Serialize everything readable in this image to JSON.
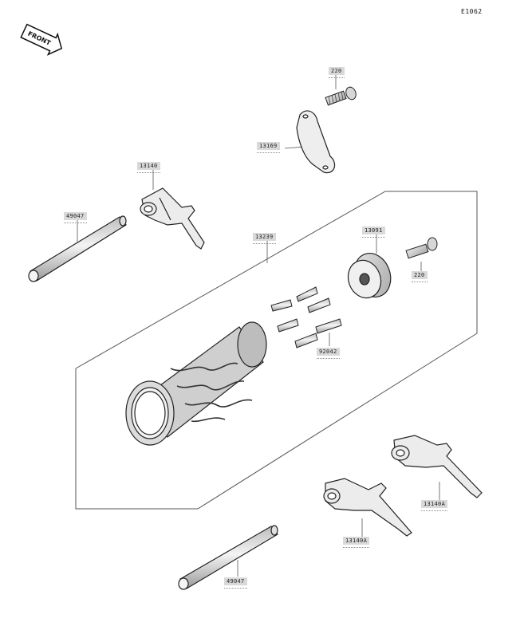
{
  "diagram_id": "E1062",
  "front_arrow": {
    "text": "FRONT"
  },
  "callouts": [
    {
      "key": "bolt_top",
      "text": "220"
    },
    {
      "key": "plate",
      "text": "13169"
    },
    {
      "key": "fork_top",
      "text": "13140"
    },
    {
      "key": "shaft_top",
      "text": "49047"
    },
    {
      "key": "drum",
      "text": "13239"
    },
    {
      "key": "washer",
      "text": "13091"
    },
    {
      "key": "bolt_right",
      "text": "220"
    },
    {
      "key": "pins",
      "text": "92042"
    },
    {
      "key": "fork_right",
      "text": "13140A"
    },
    {
      "key": "fork_mid",
      "text": "13140A"
    },
    {
      "key": "shaft_bottom",
      "text": "49047"
    }
  ]
}
